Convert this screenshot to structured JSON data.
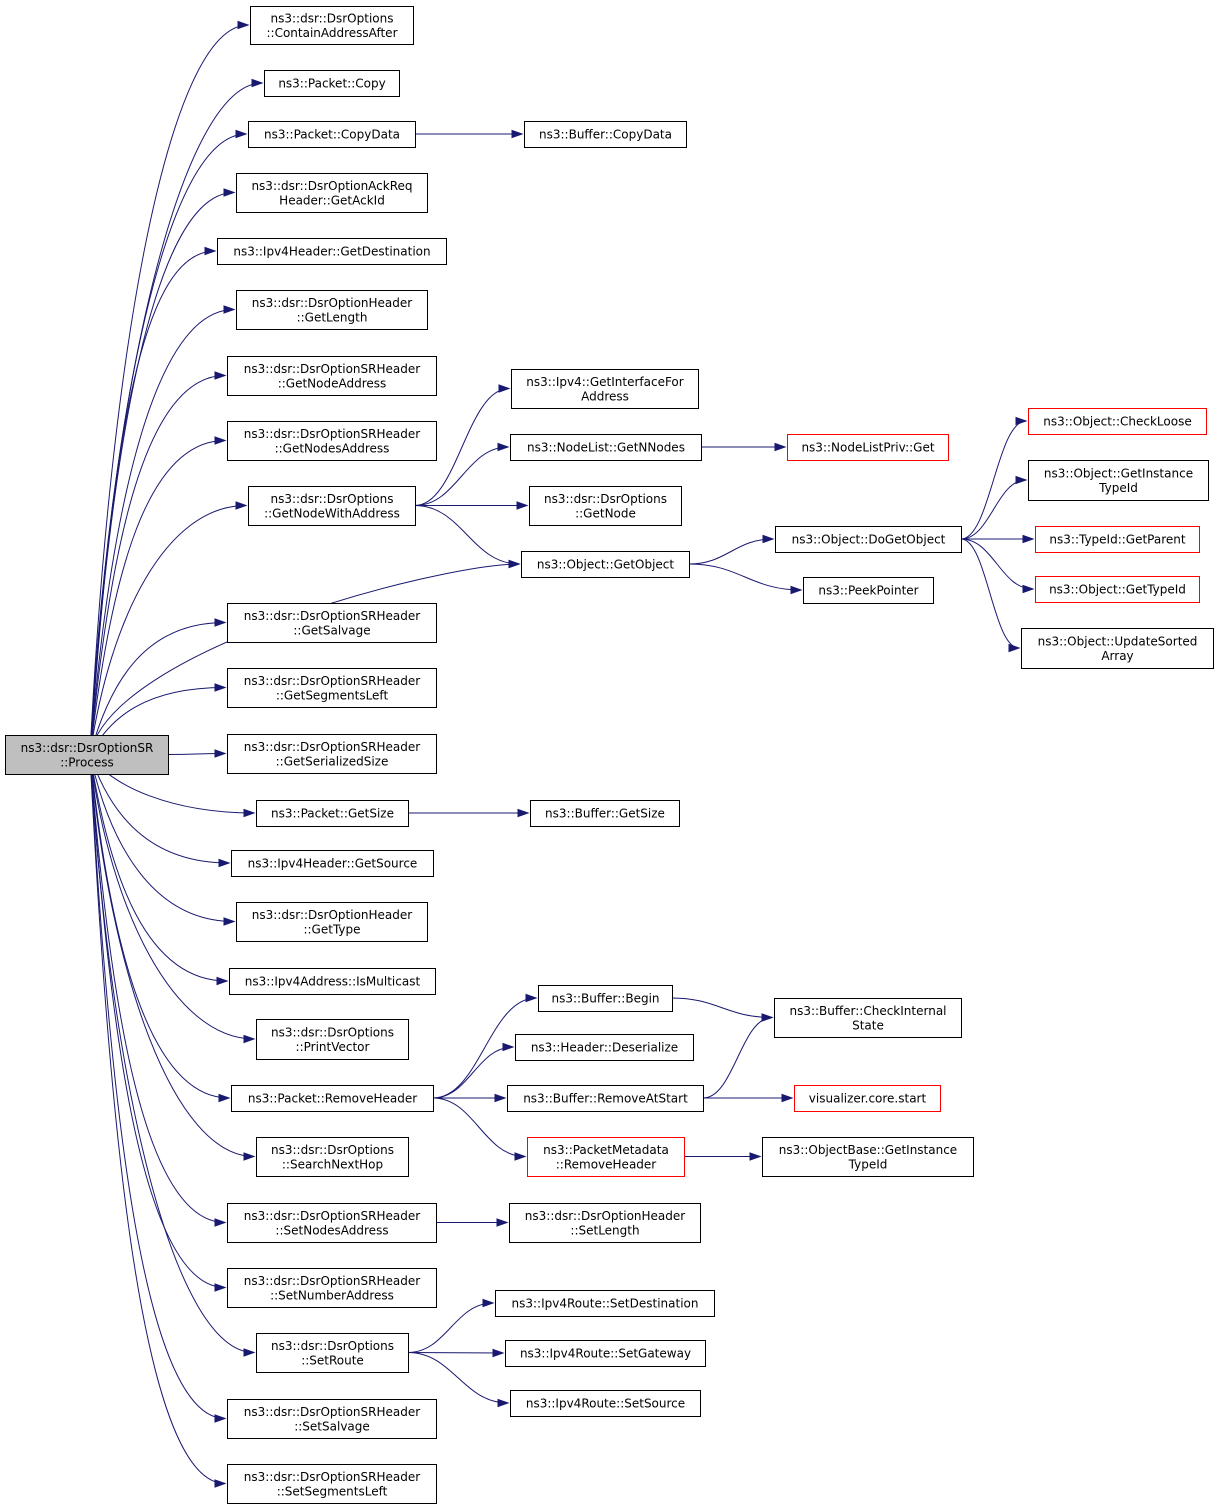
{
  "diagram": {
    "type": "call-graph",
    "nodes": [
      {
        "id": "root",
        "lines": [
          "ns3::dsr::DsrOptionSR",
          "::Process"
        ],
        "style": "root"
      },
      {
        "id": "containAddressAfter",
        "lines": [
          "ns3::dsr::DsrOptions",
          "::ContainAddressAfter"
        ]
      },
      {
        "id": "packetCopy",
        "lines": [
          "ns3::Packet::Copy"
        ]
      },
      {
        "id": "packetCopyData",
        "lines": [
          "ns3::Packet::CopyData"
        ]
      },
      {
        "id": "bufferCopyData",
        "lines": [
          "ns3::Buffer::CopyData"
        ]
      },
      {
        "id": "getAckId",
        "lines": [
          "ns3::dsr::DsrOptionAckReq",
          "Header::GetAckId"
        ]
      },
      {
        "id": "getDestination",
        "lines": [
          "ns3::Ipv4Header::GetDestination"
        ]
      },
      {
        "id": "getLength",
        "lines": [
          "ns3::dsr::DsrOptionHeader",
          "::GetLength"
        ]
      },
      {
        "id": "getNodeAddress",
        "lines": [
          "ns3::dsr::DsrOptionSRHeader",
          "::GetNodeAddress"
        ]
      },
      {
        "id": "getNodesAddress",
        "lines": [
          "ns3::dsr::DsrOptionSRHeader",
          "::GetNodesAddress"
        ]
      },
      {
        "id": "getNodeWithAddress",
        "lines": [
          "ns3::dsr::DsrOptions",
          "::GetNodeWithAddress"
        ]
      },
      {
        "id": "getInterfaceForAddress",
        "lines": [
          "ns3::Ipv4::GetInterfaceFor",
          "Address"
        ]
      },
      {
        "id": "getNNodes",
        "lines": [
          "ns3::NodeList::GetNNodes"
        ]
      },
      {
        "id": "nodeListPrivGet",
        "lines": [
          "ns3::NodeListPriv::Get"
        ],
        "style": "red"
      },
      {
        "id": "getNode",
        "lines": [
          "ns3::dsr::DsrOptions",
          "::GetNode"
        ]
      },
      {
        "id": "getObject",
        "lines": [
          "ns3::Object::GetObject"
        ]
      },
      {
        "id": "doGetObject",
        "lines": [
          "ns3::Object::DoGetObject"
        ]
      },
      {
        "id": "checkLoose",
        "lines": [
          "ns3::Object::CheckLoose"
        ],
        "style": "red"
      },
      {
        "id": "getInstanceTypeId",
        "lines": [
          "ns3::Object::GetInstance",
          "TypeId"
        ]
      },
      {
        "id": "getParent",
        "lines": [
          "ns3::TypeId::GetParent"
        ],
        "style": "red"
      },
      {
        "id": "getTypeId",
        "lines": [
          "ns3::Object::GetTypeId"
        ],
        "style": "red"
      },
      {
        "id": "updateSortedArray",
        "lines": [
          "ns3::Object::UpdateSorted",
          "Array"
        ]
      },
      {
        "id": "peekPointer",
        "lines": [
          "ns3::PeekPointer"
        ]
      },
      {
        "id": "getSalvage",
        "lines": [
          "ns3::dsr::DsrOptionSRHeader",
          "::GetSalvage"
        ]
      },
      {
        "id": "getSegmentsLeft",
        "lines": [
          "ns3::dsr::DsrOptionSRHeader",
          "::GetSegmentsLeft"
        ]
      },
      {
        "id": "getSerializedSize",
        "lines": [
          "ns3::dsr::DsrOptionSRHeader",
          "::GetSerializedSize"
        ]
      },
      {
        "id": "packetGetSize",
        "lines": [
          "ns3::Packet::GetSize"
        ]
      },
      {
        "id": "bufferGetSize",
        "lines": [
          "ns3::Buffer::GetSize"
        ]
      },
      {
        "id": "getSource",
        "lines": [
          "ns3::Ipv4Header::GetSource"
        ]
      },
      {
        "id": "getType",
        "lines": [
          "ns3::dsr::DsrOptionHeader",
          "::GetType"
        ]
      },
      {
        "id": "isMulticast",
        "lines": [
          "ns3::Ipv4Address::IsMulticast"
        ]
      },
      {
        "id": "printVector",
        "lines": [
          "ns3::dsr::DsrOptions",
          "::PrintVector"
        ]
      },
      {
        "id": "bufferBegin",
        "lines": [
          "ns3::Buffer::Begin"
        ]
      },
      {
        "id": "checkInternalState",
        "lines": [
          "ns3::Buffer::CheckInternal",
          "State"
        ]
      },
      {
        "id": "headerDeserialize",
        "lines": [
          "ns3::Header::Deserialize"
        ]
      },
      {
        "id": "packetRemoveHeader",
        "lines": [
          "ns3::Packet::RemoveHeader"
        ]
      },
      {
        "id": "removeAtStart",
        "lines": [
          "ns3::Buffer::RemoveAtStart"
        ]
      },
      {
        "id": "visualizerStart",
        "lines": [
          "visualizer.core.start"
        ],
        "style": "red"
      },
      {
        "id": "metadataRemoveHeader",
        "lines": [
          "ns3::PacketMetadata",
          "::RemoveHeader"
        ],
        "style": "red"
      },
      {
        "id": "objectBaseGetInstanceTypeId",
        "lines": [
          "ns3::ObjectBase::GetInstance",
          "TypeId"
        ]
      },
      {
        "id": "searchNextHop",
        "lines": [
          "ns3::dsr::DsrOptions",
          "::SearchNextHop"
        ]
      },
      {
        "id": "setNodesAddress",
        "lines": [
          "ns3::dsr::DsrOptionSRHeader",
          "::SetNodesAddress"
        ]
      },
      {
        "id": "setLength",
        "lines": [
          "ns3::dsr::DsrOptionHeader",
          "::SetLength"
        ]
      },
      {
        "id": "setNumberAddress",
        "lines": [
          "ns3::dsr::DsrOptionSRHeader",
          "::SetNumberAddress"
        ]
      },
      {
        "id": "setRoute",
        "lines": [
          "ns3::dsr::DsrOptions",
          "::SetRoute"
        ]
      },
      {
        "id": "setDestination",
        "lines": [
          "ns3::Ipv4Route::SetDestination"
        ]
      },
      {
        "id": "setGateway",
        "lines": [
          "ns3::Ipv4Route::SetGateway"
        ]
      },
      {
        "id": "setSource",
        "lines": [
          "ns3::Ipv4Route::SetSource"
        ]
      },
      {
        "id": "setSalvage",
        "lines": [
          "ns3::dsr::DsrOptionSRHeader",
          "::SetSalvage"
        ]
      },
      {
        "id": "setSegmentsLeft",
        "lines": [
          "ns3::dsr::DsrOptionSRHeader",
          "::SetSegmentsLeft"
        ]
      }
    ],
    "edges": [
      [
        "root",
        "containAddressAfter"
      ],
      [
        "root",
        "packetCopy"
      ],
      [
        "root",
        "packetCopyData"
      ],
      [
        "root",
        "getAckId"
      ],
      [
        "root",
        "getDestination"
      ],
      [
        "root",
        "getLength"
      ],
      [
        "root",
        "getNodeAddress"
      ],
      [
        "root",
        "getNodesAddress"
      ],
      [
        "root",
        "getNodeWithAddress"
      ],
      [
        "root",
        "getObject"
      ],
      [
        "root",
        "getSalvage"
      ],
      [
        "root",
        "getSegmentsLeft"
      ],
      [
        "root",
        "getSerializedSize"
      ],
      [
        "root",
        "packetGetSize"
      ],
      [
        "root",
        "getSource"
      ],
      [
        "root",
        "getType"
      ],
      [
        "root",
        "isMulticast"
      ],
      [
        "root",
        "printVector"
      ],
      [
        "root",
        "packetRemoveHeader"
      ],
      [
        "root",
        "searchNextHop"
      ],
      [
        "root",
        "setNodesAddress"
      ],
      [
        "root",
        "setNumberAddress"
      ],
      [
        "root",
        "setRoute"
      ],
      [
        "root",
        "setSalvage"
      ],
      [
        "root",
        "setSegmentsLeft"
      ],
      [
        "packetCopyData",
        "bufferCopyData"
      ],
      [
        "getNodeWithAddress",
        "getInterfaceForAddress"
      ],
      [
        "getNodeWithAddress",
        "getNNodes"
      ],
      [
        "getNodeWithAddress",
        "getNode"
      ],
      [
        "getNodeWithAddress",
        "getObject"
      ],
      [
        "getNNodes",
        "nodeListPrivGet"
      ],
      [
        "getObject",
        "doGetObject"
      ],
      [
        "getObject",
        "peekPointer"
      ],
      [
        "doGetObject",
        "checkLoose"
      ],
      [
        "doGetObject",
        "getInstanceTypeId"
      ],
      [
        "doGetObject",
        "getParent"
      ],
      [
        "doGetObject",
        "getTypeId"
      ],
      [
        "doGetObject",
        "updateSortedArray"
      ],
      [
        "packetGetSize",
        "bufferGetSize"
      ],
      [
        "packetRemoveHeader",
        "bufferBegin"
      ],
      [
        "packetRemoveHeader",
        "headerDeserialize"
      ],
      [
        "packetRemoveHeader",
        "removeAtStart"
      ],
      [
        "packetRemoveHeader",
        "metadataRemoveHeader"
      ],
      [
        "bufferBegin",
        "checkInternalState"
      ],
      [
        "removeAtStart",
        "checkInternalState"
      ],
      [
        "removeAtStart",
        "visualizerStart"
      ],
      [
        "metadataRemoveHeader",
        "objectBaseGetInstanceTypeId"
      ],
      [
        "setNodesAddress",
        "setLength"
      ],
      [
        "setRoute",
        "setDestination"
      ],
      [
        "setRoute",
        "setGateway"
      ],
      [
        "setRoute",
        "setSource"
      ]
    ]
  },
  "colors": {
    "edge": "#191970",
    "node_border": "#000000",
    "node_border_missing": "#ff0000",
    "root_fill": "#bfbfbf",
    "node_fill": "#ffffff",
    "background": "#ffffff"
  }
}
